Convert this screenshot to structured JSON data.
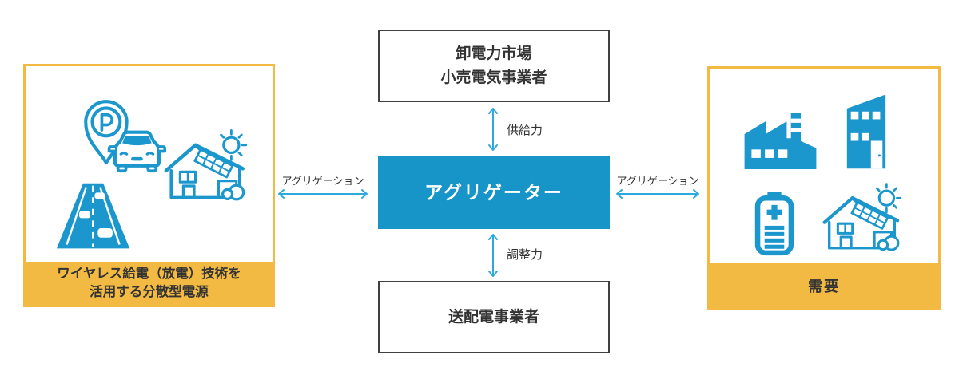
{
  "nodes": {
    "market": {
      "line1": "卸電力市場",
      "line2": "小売電気事業者"
    },
    "aggregator": {
      "label": "アグリゲーター"
    },
    "grid_operator": {
      "label": "送配電事業者"
    }
  },
  "links": {
    "supply": "供給力",
    "adjustment": "調整力",
    "aggregation_left": "アグリゲーション",
    "aggregation_right": "アグリゲーション"
  },
  "panels": {
    "left": {
      "caption_line1": "ワイヤレス給電（放電）技術を",
      "caption_line2": "活用する分散型電源",
      "icons": [
        "parking-pin-car-icon",
        "house-solar-icon",
        "road-traffic-icon"
      ]
    },
    "right": {
      "caption": "需要",
      "icons": [
        "factory-icon",
        "building-icon",
        "battery-icon",
        "house-solar-icon"
      ]
    }
  },
  "colors": {
    "aggregator_blue": "#1794c8",
    "icon_blue": "#1b97cd",
    "arrow_blue": "#2fa9db",
    "panel_yellow": "#f2ba43",
    "box_border": "#404040",
    "text": "#333333"
  }
}
